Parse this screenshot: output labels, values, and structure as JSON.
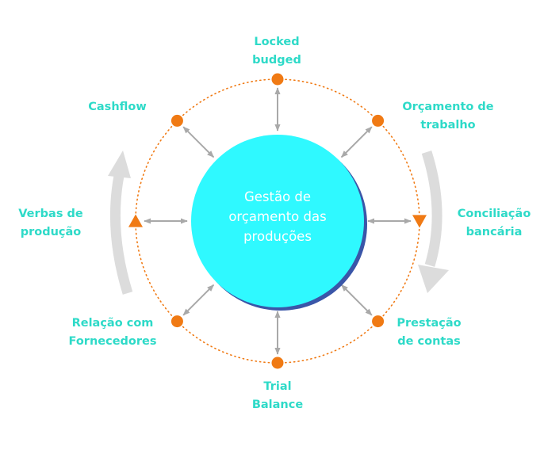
{
  "colors": {
    "label_text": "#2edac8",
    "center_fill": "#2ff9ff",
    "center_shadow": "#3a56a8",
    "center_text": "#ffffff",
    "node": "#f07a14",
    "ring_dots": "#f07a14",
    "connector": "#a9a9a9",
    "cycle_arrow": "#dcdcdc"
  },
  "center": {
    "lines": [
      "Gestão de",
      "orçamento das",
      "produções"
    ]
  },
  "nodes": [
    {
      "id": "locked-budged",
      "marker": "circle",
      "lines": [
        "Locked",
        "budged"
      ]
    },
    {
      "id": "orcamento-de-trabalho",
      "marker": "circle",
      "lines": [
        "Orçamento de",
        "trabalho"
      ]
    },
    {
      "id": "conciliacao-bancaria",
      "marker": "triangle-down",
      "lines": [
        "Conciliação",
        "bancária"
      ]
    },
    {
      "id": "prestacao-de-contas",
      "marker": "circle",
      "lines": [
        "Prestação",
        "de contas"
      ]
    },
    {
      "id": "trial-balance",
      "marker": "circle",
      "lines": [
        "Trial",
        "Balance"
      ]
    },
    {
      "id": "relacao-com-fornecedores",
      "marker": "circle",
      "lines": [
        "Relação com",
        "Fornecedores"
      ]
    },
    {
      "id": "verbas-de-producao",
      "marker": "triangle-up",
      "lines": [
        "Verbas de",
        "produção"
      ]
    },
    {
      "id": "cashflow",
      "marker": "circle",
      "lines": [
        "Cashflow"
      ]
    }
  ],
  "cycle_direction": "clockwise"
}
